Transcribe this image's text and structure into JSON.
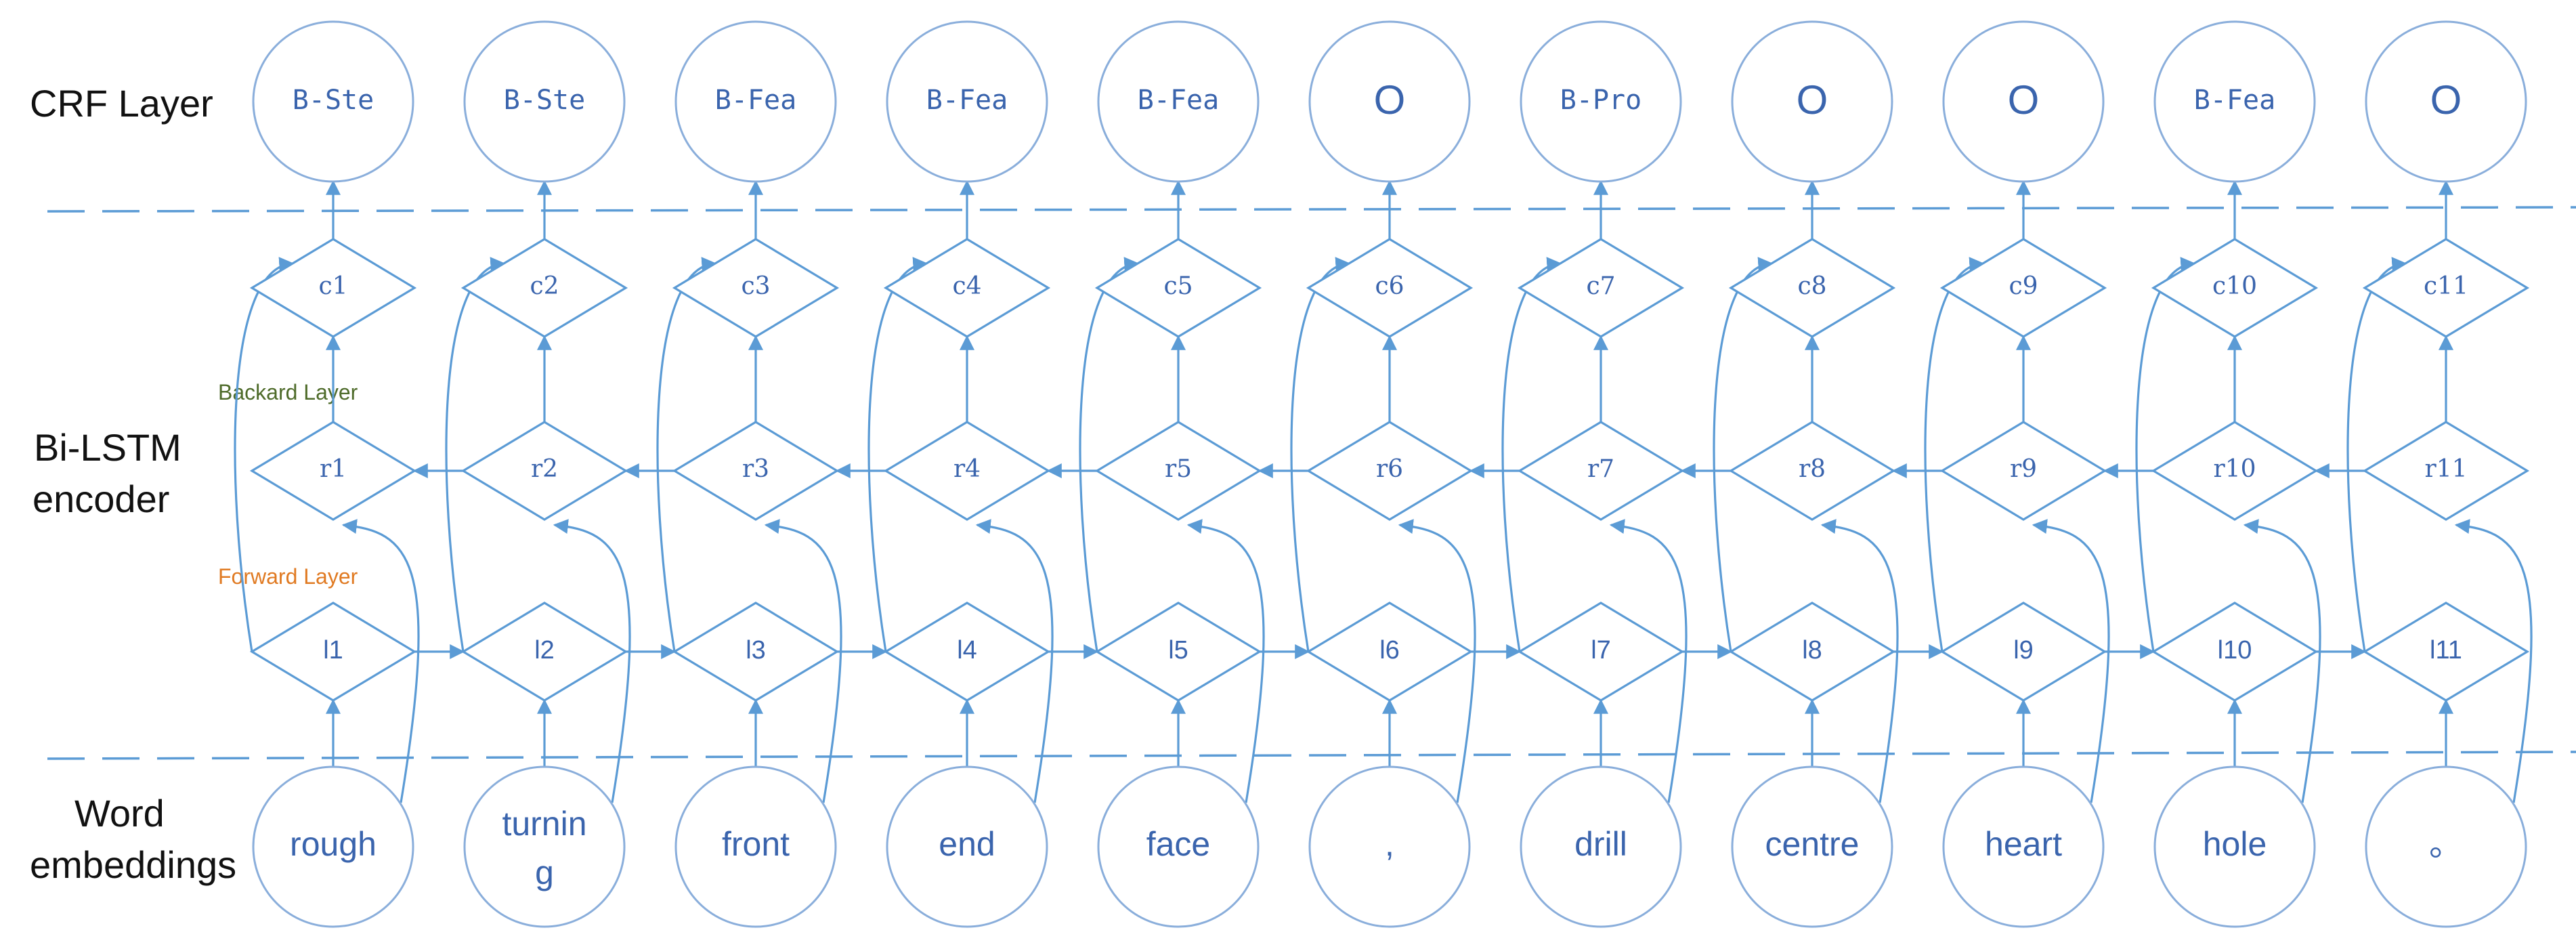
{
  "row_labels": {
    "crf": "CRF Layer",
    "bilstm_1": "Bi-LSTM",
    "bilstm_2": "encoder",
    "word_1": "Word",
    "word_2": "embeddings"
  },
  "layer_tags": {
    "backward": "Backard Layer",
    "forward": "Forward Layer",
    "backward_color": "#4e6b2a",
    "forward_color": "#e07a22"
  },
  "colors": {
    "node_stroke": "#5b9bd5",
    "circle_stroke": "#8aaedb",
    "text": "#3a64ad"
  },
  "columns": [
    {
      "tag": "B-Ste",
      "c": "c1",
      "r": "r1",
      "l": "l1",
      "word": [
        "rough"
      ]
    },
    {
      "tag": "B-Ste",
      "c": "c2",
      "r": "r2",
      "l": "l2",
      "word": [
        "turnin",
        "g"
      ]
    },
    {
      "tag": "B-Fea",
      "c": "c3",
      "r": "r3",
      "l": "l3",
      "word": [
        "front"
      ]
    },
    {
      "tag": "B-Fea",
      "c": "c4",
      "r": "r4",
      "l": "l4",
      "word": [
        "end"
      ]
    },
    {
      "tag": "B-Fea",
      "c": "c5",
      "r": "r5",
      "l": "l5",
      "word": [
        "face"
      ]
    },
    {
      "tag": "O",
      "c": "c6",
      "r": "r6",
      "l": "l6",
      "word": [
        ","
      ]
    },
    {
      "tag": "B-Pro",
      "c": "c7",
      "r": "r7",
      "l": "l7",
      "word": [
        "drill"
      ]
    },
    {
      "tag": "O",
      "c": "c8",
      "r": "r8",
      "l": "l8",
      "word": [
        "centre"
      ]
    },
    {
      "tag": "O",
      "c": "c9",
      "r": "r9",
      "l": "l9",
      "word": [
        "heart"
      ]
    },
    {
      "tag": "B-Fea",
      "c": "c10",
      "r": "r10",
      "l": "l10",
      "word": [
        "hole"
      ]
    },
    {
      "tag": "O",
      "c": "c11",
      "r": "r11",
      "l": "l11",
      "word": [
        "。"
      ]
    }
  ]
}
